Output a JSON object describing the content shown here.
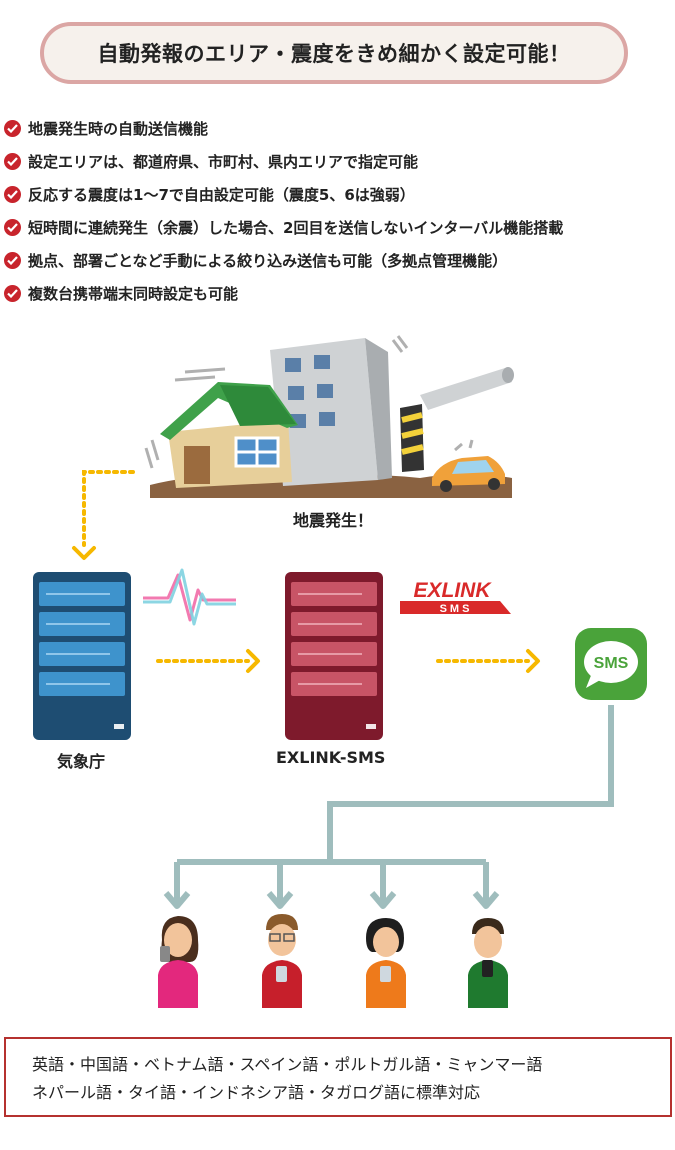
{
  "header": {
    "title": "自動発報のエリア・震度をきめ細かく設定可能！"
  },
  "features": [
    "地震発生時の自動送信機能",
    "設定エリアは、都道府県、市町村、県内エリアで指定可能",
    "反応する震度は1～7で自由設定可能（震度5、6は強弱）",
    "短時間に連続発生（余震）した場合、2回目を送信しないインターバル機能搭載",
    "拠点、部署ごとなど手動による絞り込み送信も可能（多拠点管理機能）",
    "複数台携帯端末同時設定も可能"
  ],
  "diagram": {
    "earthquake_label": "地震発生！",
    "agency_label": "気象庁",
    "service_label": "EXLINK-SMS",
    "logo_main": "EXLINK",
    "logo_sub": "SMS",
    "sms_bubble": "SMS"
  },
  "languages": {
    "line1": "英語・中国語・ベトナム語・スペイン語・ポルトガル語・ミャンマー語",
    "line2": "ネパール語・タイ語・インドネシア語・タガログ語に標準対応"
  },
  "colors": {
    "check": "#c8242c",
    "arrow_dots": "#f6b800",
    "server_blue": "#1e4d72",
    "server_red": "#7e1a2c",
    "sms_green": "#4aa33a",
    "connector": "#9fbdbd",
    "lang_border": "#b5312f"
  },
  "icons": [
    "check-icon",
    "house-icon",
    "building-icon",
    "car-icon",
    "server-icon",
    "sms-bubble-icon",
    "person-icon"
  ]
}
